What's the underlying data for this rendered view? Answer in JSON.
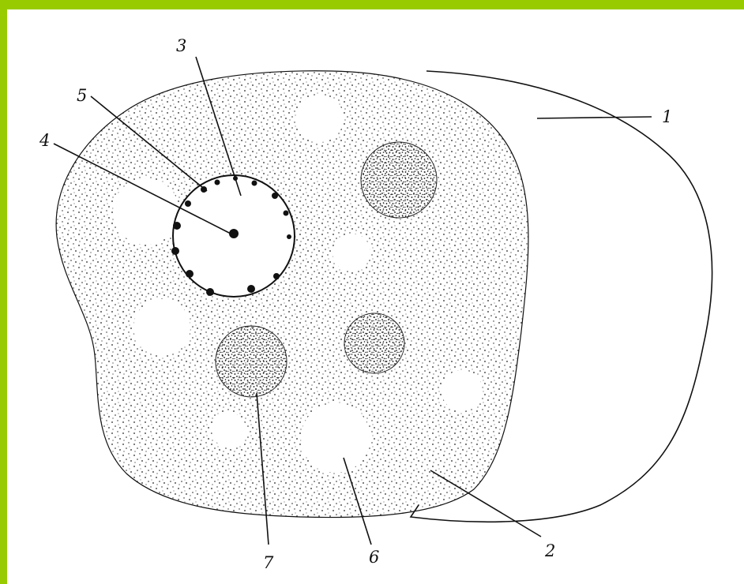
{
  "frame_color": "#99cc00",
  "ink_color": "#111111",
  "labels": {
    "l1": "1",
    "l2": "2",
    "l3": "3",
    "l4": "4",
    "l5": "5",
    "l6": "6",
    "l7": "7"
  }
}
